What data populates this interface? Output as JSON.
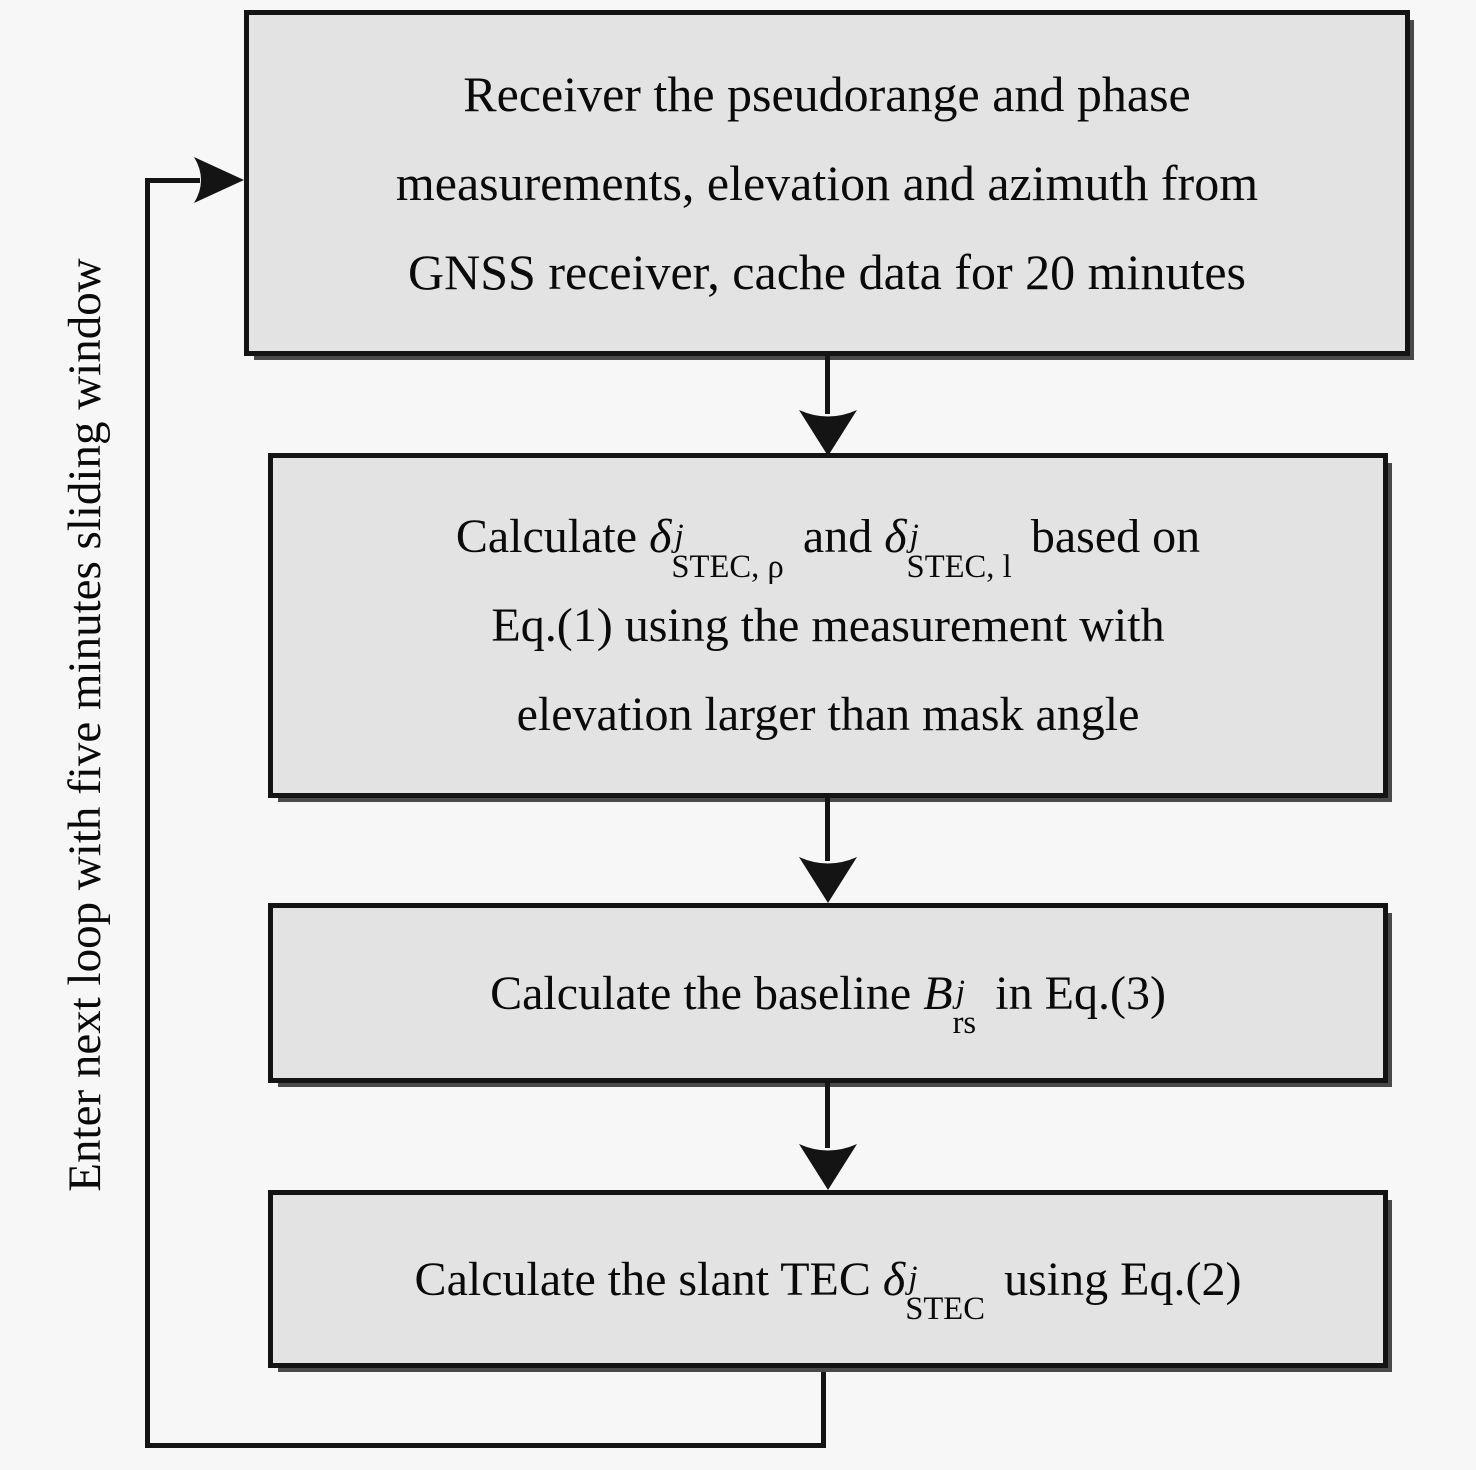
{
  "diagram": {
    "loop_label": "Enter next loop with five minutes sliding window"
  },
  "colors": {
    "background": "#f7f7f7",
    "box_fill": "#e3e3e3",
    "box_border": "#141414",
    "line": "#141414"
  },
  "box1": {
    "line1": "Receiver the pseudorange and phase",
    "line2": "measurements, elevation and azimuth from",
    "line3": "GNSS receiver, cache data for 20 minutes"
  },
  "box2": {
    "calculate": "Calculate ",
    "delta1": "δ",
    "sup_j1": "j",
    "sub_stec_rho": "STEC, ρ",
    "and": " and ",
    "delta2": "δ",
    "sup_j2": "j",
    "sub_stec_l": "STEC, l",
    "based_on": " based on",
    "line2": "Eq.(1) using the measurement with",
    "line3": "elevation larger than mask angle"
  },
  "box3": {
    "pre": "Calculate the baseline ",
    "symbol_b": "B",
    "sup_j": "j",
    "sub_rs": "rs",
    "post": " in Eq.(3)"
  },
  "box4": {
    "pre": "Calculate the slant TEC ",
    "delta": "δ",
    "sup_j": "j",
    "sub_stec": "STEC",
    "post": " using Eq.(2)"
  }
}
